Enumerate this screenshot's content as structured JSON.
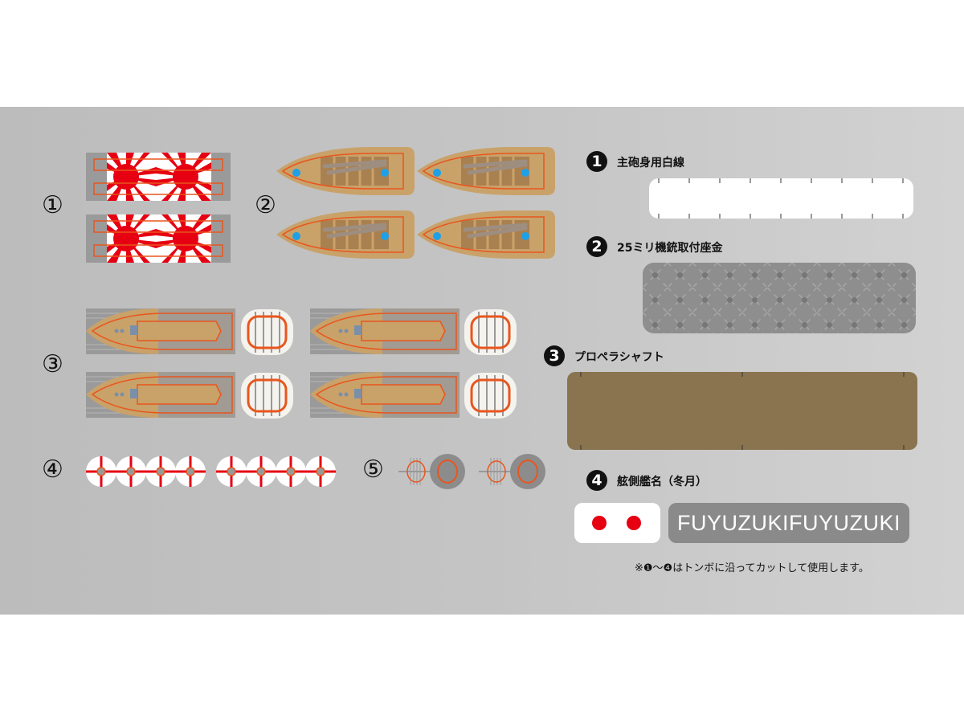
{
  "section_numbers": {
    "n1": "①",
    "n2": "②",
    "n3": "③",
    "n4": "④",
    "n5": "⑤"
  },
  "cut_parts": [
    {
      "number": "1",
      "label": "主砲身用白線"
    },
    {
      "number": "2",
      "label": "25ミリ機銃取付座金"
    },
    {
      "number": "3",
      "label": "プロペラシャフト"
    },
    {
      "number": "4",
      "label": "舷側艦名（冬月）"
    }
  ],
  "ship_name_decal": "FUYUZUKIFUYUZUKI",
  "note": "※❶〜❹はトンボに沿ってカットして使用します。",
  "colors": {
    "red": "#e60012",
    "orange": "#e8561e",
    "wood": "#c9a26a",
    "deck": "#a98050",
    "shaft": "#8a7450",
    "gray": "#8c8c8c",
    "blue": "#1ea0e6"
  }
}
